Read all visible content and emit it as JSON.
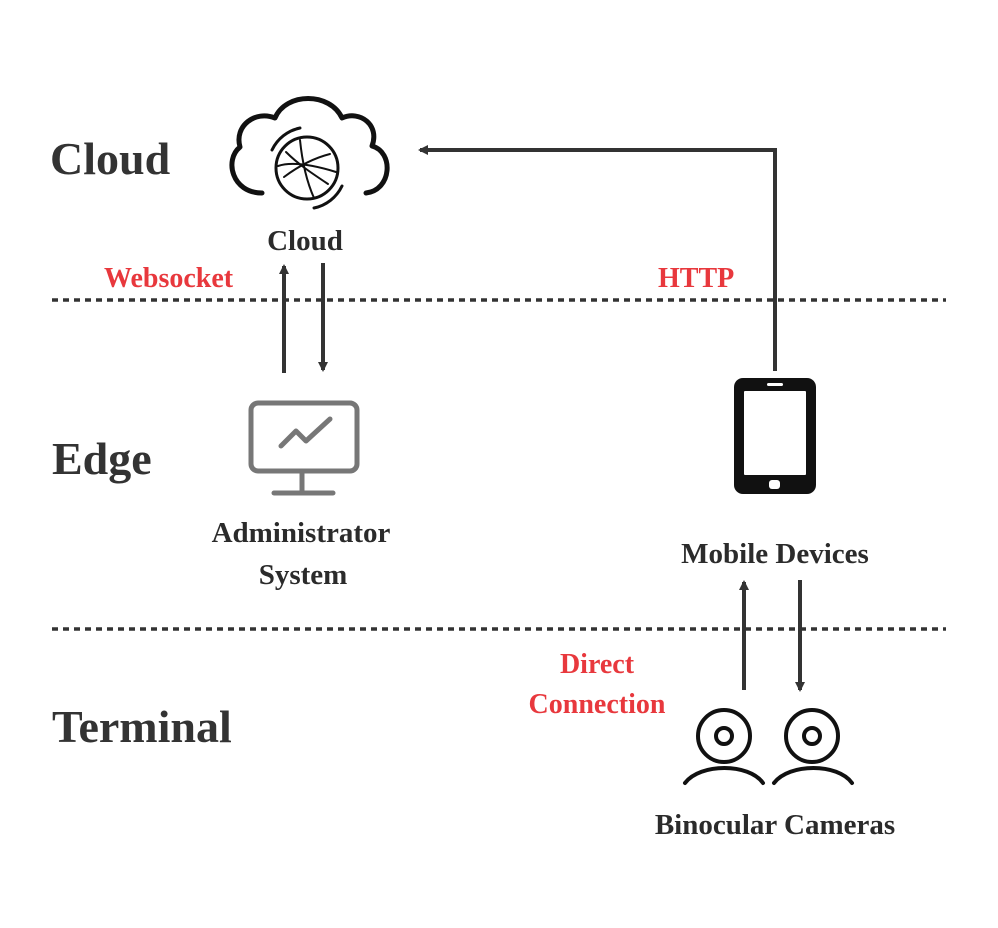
{
  "tiers": {
    "cloud": "Cloud",
    "edge": "Edge",
    "terminal": "Terminal"
  },
  "nodes": {
    "cloud": "Cloud",
    "admin_line1": "Administrator",
    "admin_line2": "System",
    "mobile": "Mobile Devices",
    "cameras": "Binocular Cameras"
  },
  "protocols": {
    "websocket": "Websocket",
    "http": "HTTP",
    "direct_line1": "Direct",
    "direct_line2": "Connection"
  },
  "colors": {
    "protocol": "#e8383d",
    "line": "#333333",
    "admin_icon": "#777777"
  }
}
